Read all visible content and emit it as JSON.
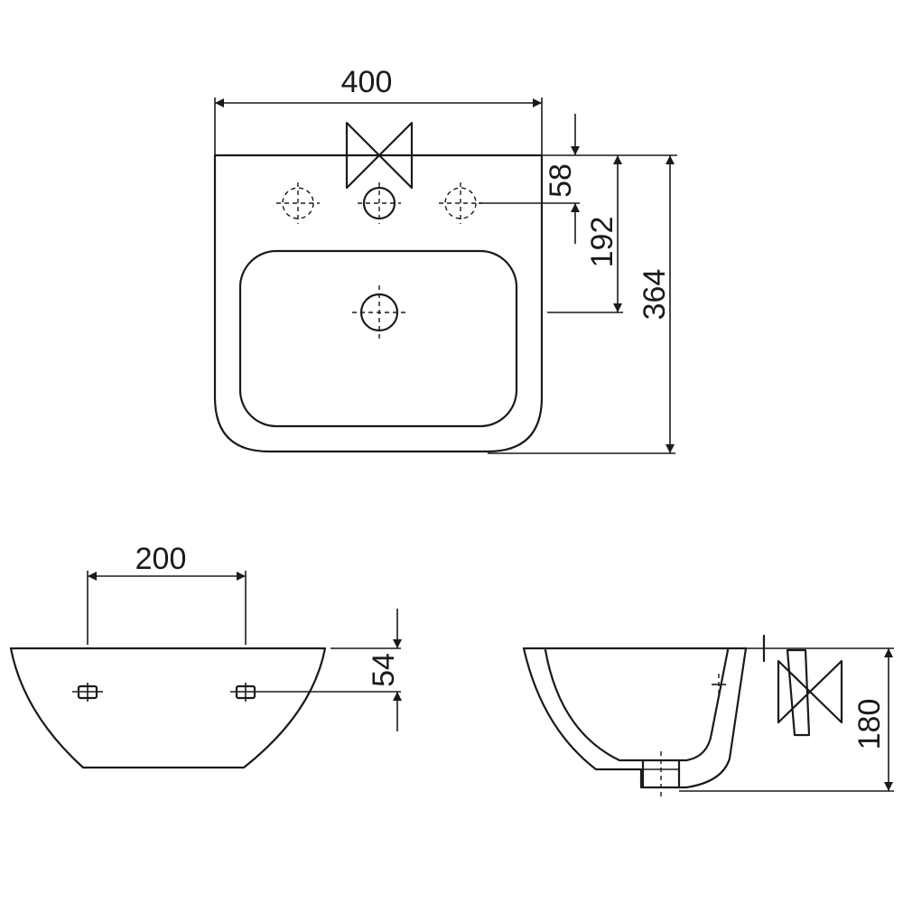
{
  "dimensions": {
    "top_width": "400",
    "top_tap_offset": "58",
    "top_overflow_depth": "192",
    "top_total_depth": "364",
    "front_bracket_spacing": "200",
    "front_bracket_height": "54",
    "side_height": "180"
  },
  "views": {
    "top": "plan-view",
    "front": "front-elevation",
    "side": "side-elevation"
  },
  "colors": {
    "line": "#1a1a1a",
    "background": "#ffffff"
  }
}
